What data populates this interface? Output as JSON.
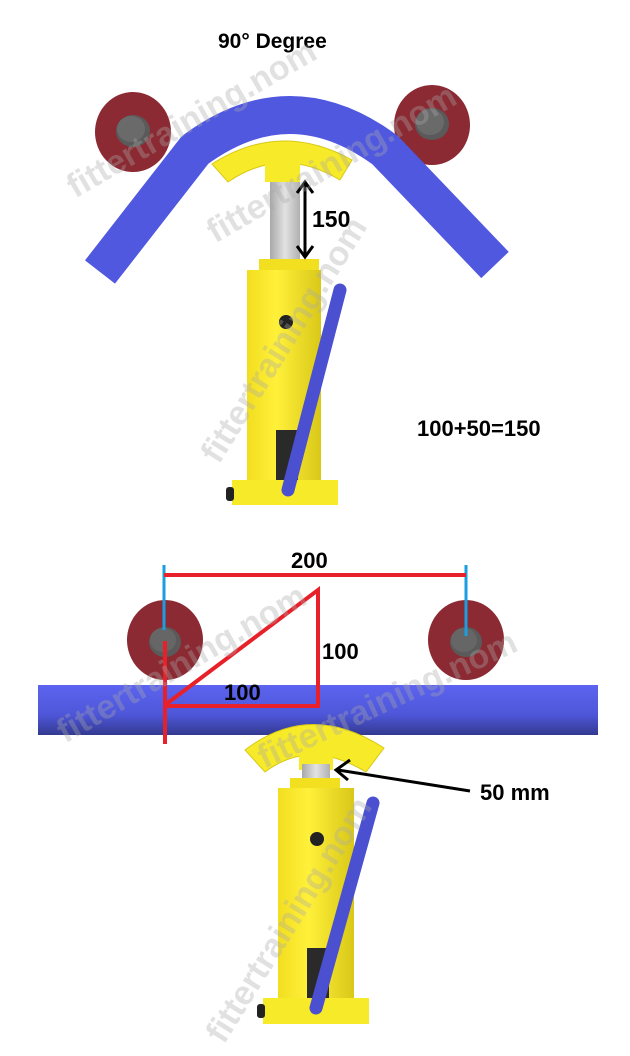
{
  "diagram": {
    "subject": "Hydraulic pipe bender - 90 degree bend calculation",
    "colors": {
      "pipe": "#5560e0",
      "roller_outer": "#8b2a33",
      "roller_inner": "#606060",
      "jack_body": "#f5e830",
      "ram": "#c8c8c8",
      "handle": "#4a50d0",
      "dimension_red": "#e8202a",
      "dimension_blue": "#1a9ee0"
    },
    "top_panel": {
      "title": "90° Degree",
      "ram_travel_label": "150",
      "formula": "100+50=150"
    },
    "bottom_panel": {
      "roller_spacing_label": "200",
      "triangle_vertical_label": "100",
      "triangle_horizontal_label": "100",
      "initial_gap_label": "50 mm"
    },
    "watermark": "fittertraining.nom"
  }
}
